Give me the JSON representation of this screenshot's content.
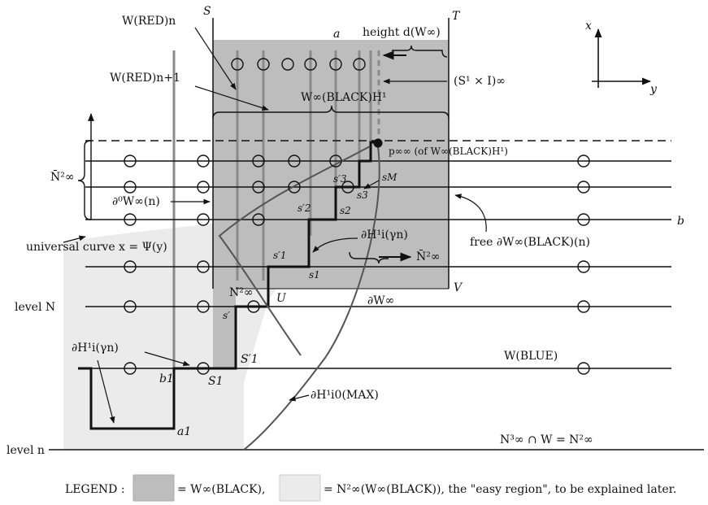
{
  "labels": {
    "S_top": "S",
    "T_top": "T",
    "a_top": "a",
    "W_red_n": "W(RED)n",
    "W_red_n1": "W(RED)n+1",
    "height_d": "height d(W∞)",
    "s1xI": "(S¹ × I)∞",
    "W_black_H": "W∞(BLACK)H¹",
    "p_inf": "p∞∞ (of W∞(BLACK)H¹)",
    "N2_bar_left": "N̄²∞",
    "d0W": "∂⁰W∞(n)",
    "sM": "sM",
    "s3p": "s′3",
    "s3": "s3",
    "s2p": "s′2",
    "s2": "s2",
    "s1p": "s′1",
    "s1": "s1",
    "b_right": "b",
    "universal": "universal curve x = Ψ(y)",
    "dHi_gamma_mid": "∂H¹i(γn)",
    "free_dW": "free ∂W∞(BLACK)(n)",
    "N2_bar_right": "N̄²∞",
    "N2_inf": "N²∞",
    "U": "U",
    "V": "V",
    "level_N": "level N",
    "s_prime": "s′",
    "dW_inf": "∂W∞",
    "dHi_gamma_left": "∂H¹i(γn)",
    "S1p": "S′1",
    "W_blue": "W(BLUE)",
    "b1": "b1",
    "S1": "S1",
    "dHi0_max": "∂H¹i0(MAX)",
    "a1": "a1",
    "level_n": "level n",
    "N3_cap": "N³∞ ∩ W = N²∞",
    "axis_x": "x",
    "axis_y": "y"
  },
  "legend": {
    "prefix": "LEGEND :",
    "dark_text": "= W∞(BLACK),",
    "light_text": "= N²∞(W∞(BLACK)), the \"easy region\", to be explained later."
  },
  "colors": {
    "dark_gray": "#bdbdbd",
    "light_gray": "#ebebeb",
    "line": "#111111",
    "strand_gray": "#8a8a8a"
  }
}
